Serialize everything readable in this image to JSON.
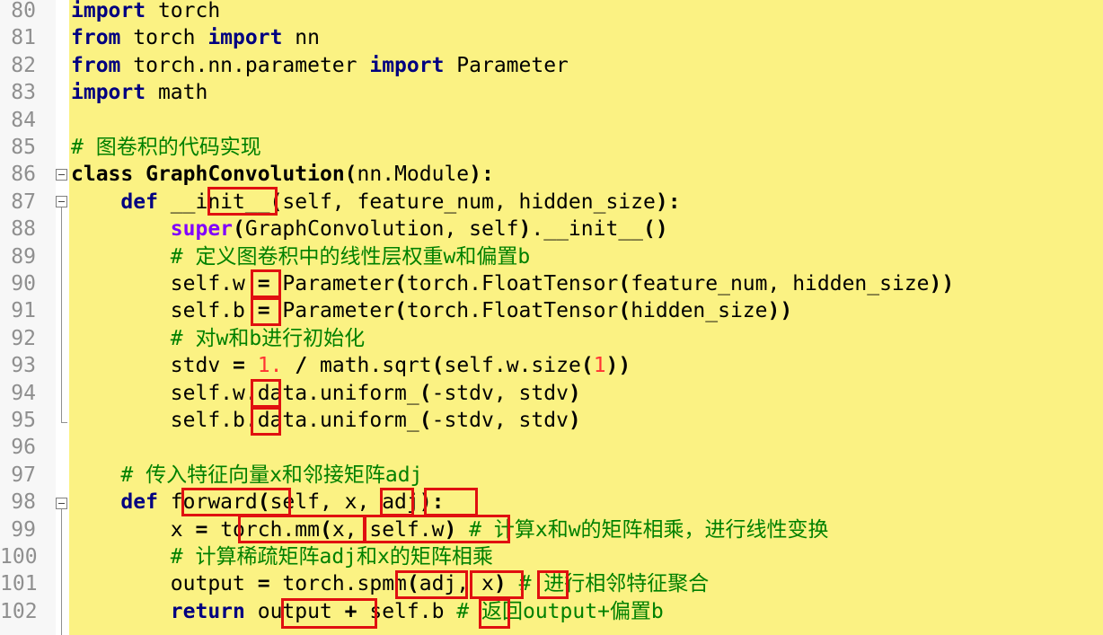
{
  "code_lines": [
    {
      "n": "80",
      "t": "import torch"
    },
    {
      "n": "81",
      "t": "from torch import nn"
    },
    {
      "n": "82",
      "t": "from torch.nn.parameter import Parameter"
    },
    {
      "n": "83",
      "t": "import math"
    },
    {
      "n": "84",
      "t": ""
    },
    {
      "n": "85",
      "t": "# 图卷积的代码实现"
    },
    {
      "n": "86",
      "t": "class GraphConvolution(nn.Module):"
    },
    {
      "n": "87",
      "t": "    def __init__(self, feature_num, hidden_size):"
    },
    {
      "n": "88",
      "t": "        super(GraphConvolution, self).__init__()"
    },
    {
      "n": "89",
      "t": "        # 定义图卷积中的线性层权重w和偏置b"
    },
    {
      "n": "90",
      "t": "        self.w = Parameter(torch.FloatTensor(feature_num, hidden_size))"
    },
    {
      "n": "91",
      "t": "        self.b = Parameter(torch.FloatTensor(hidden_size))"
    },
    {
      "n": "92",
      "t": "        # 对w和b进行初始化"
    },
    {
      "n": "93",
      "t": "        stdv = 1. / math.sqrt(self.w.size(1))"
    },
    {
      "n": "94",
      "t": "        self.w.data.uniform_(-stdv, stdv)"
    },
    {
      "n": "95",
      "t": "        self.b.data.uniform_(-stdv, stdv)"
    },
    {
      "n": "96",
      "t": ""
    },
    {
      "n": "97",
      "t": "    # 传入特征向量x和邻接矩阵adj"
    },
    {
      "n": "98",
      "t": "    def forward(self, x, adj):"
    },
    {
      "n": "99",
      "t": "        x = torch.mm(x, self.w) # 计算x和w的矩阵相乘，进行线性变换"
    },
    {
      "n": "100",
      "t": "        # 计算稀疏矩阵adj和x的矩阵相乘"
    },
    {
      "n": "101",
      "t": "        output = torch.spmm(adj, x) # 进行相邻特征聚合"
    },
    {
      "n": "102",
      "t": "        return output + self.b # 返回output+偏置b"
    }
  ],
  "colors": {
    "editor_bg": "#fbf283",
    "keyword": "#000080",
    "comment": "#008000",
    "number": "#ff3333",
    "builtin": "#8000ff",
    "highlight_box": "#e01010"
  }
}
